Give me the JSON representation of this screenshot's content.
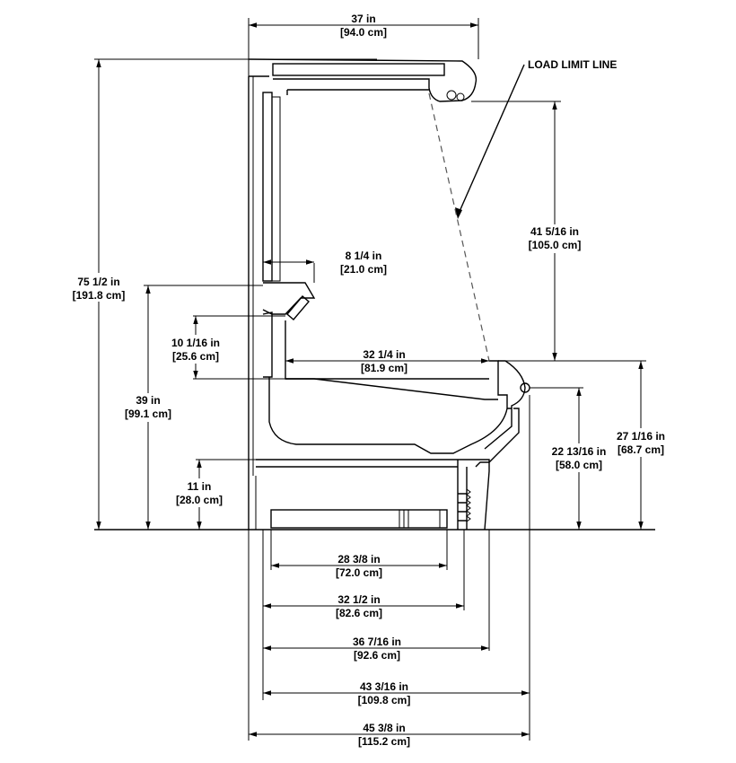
{
  "callout": {
    "load_limit": "LOAD LIMIT LINE"
  },
  "dims": {
    "top_width": {
      "imperial": "37 in",
      "metric": "[94.0 cm]"
    },
    "overall_height": {
      "imperial": "75 1/2 in",
      "metric": "[191.8 cm]"
    },
    "upper_height": {
      "imperial": "41 5/16 in",
      "metric": "[105.0 cm]"
    },
    "shelf_depth": {
      "imperial": "8 1/4 in",
      "metric": "[21.0 cm]"
    },
    "shelf_drop": {
      "imperial": "10 1/16 in",
      "metric": "[25.6 cm]"
    },
    "well_depth": {
      "imperial": "32 1/4 in",
      "metric": "[81.9 cm]"
    },
    "deck_height": {
      "imperial": "39 in",
      "metric": "[99.1 cm]"
    },
    "bumper_height": {
      "imperial": "22 13/16 in",
      "metric": "[58.0 cm]"
    },
    "front_height": {
      "imperial": "27 1/16 in",
      "metric": "[68.7 cm]"
    },
    "base_height": {
      "imperial": "11 in",
      "metric": "[28.0 cm]"
    },
    "base_28": {
      "imperial": "28 3/8 in",
      "metric": "[72.0 cm]"
    },
    "base_32": {
      "imperial": "32 1/2 in",
      "metric": "[82.6 cm]"
    },
    "base_36": {
      "imperial": "36 7/16 in",
      "metric": "[92.6 cm]"
    },
    "base_43": {
      "imperial": "43 3/16 in",
      "metric": "[109.8 cm]"
    },
    "overall_depth": {
      "imperial": "45 3/8 in",
      "metric": "[115.2 cm]"
    }
  }
}
